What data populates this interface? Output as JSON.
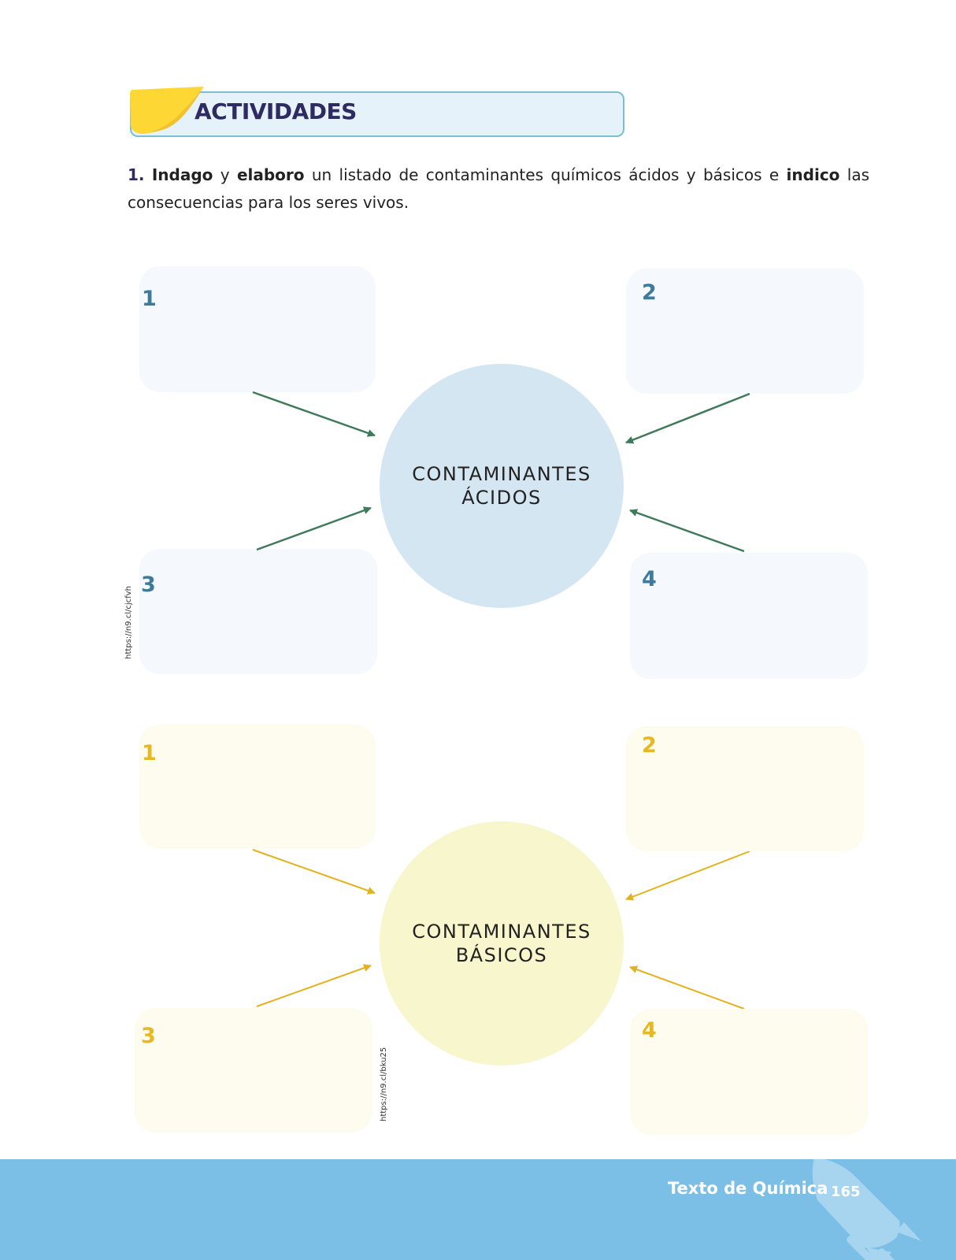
{
  "header": {
    "title": "ACTIVIDADES"
  },
  "instruction": {
    "number": "1.",
    "parts": [
      "Indago",
      " y ",
      "elaboro",
      " un listado de contaminantes químicos ácidos y básicos e ",
      "indico",
      " las consecuencias para los seres vivos."
    ]
  },
  "acid_diagram": {
    "center_line1": "CONTAMINANTES",
    "center_line2": "ÁCIDOS",
    "box_numbers": [
      "1",
      "2",
      "3",
      "4"
    ],
    "url": "https://n9.cl/cjcfvh",
    "color": "#3f7a5a"
  },
  "basic_diagram": {
    "center_line1": "CONTAMINANTES",
    "center_line2": "BÁSICOS",
    "box_numbers": [
      "1",
      "2",
      "3",
      "4"
    ],
    "url": "https://n9.cl/bku25",
    "color": "#e2b21f"
  },
  "footer": {
    "text": "Texto de Química",
    "page_number": "165"
  }
}
